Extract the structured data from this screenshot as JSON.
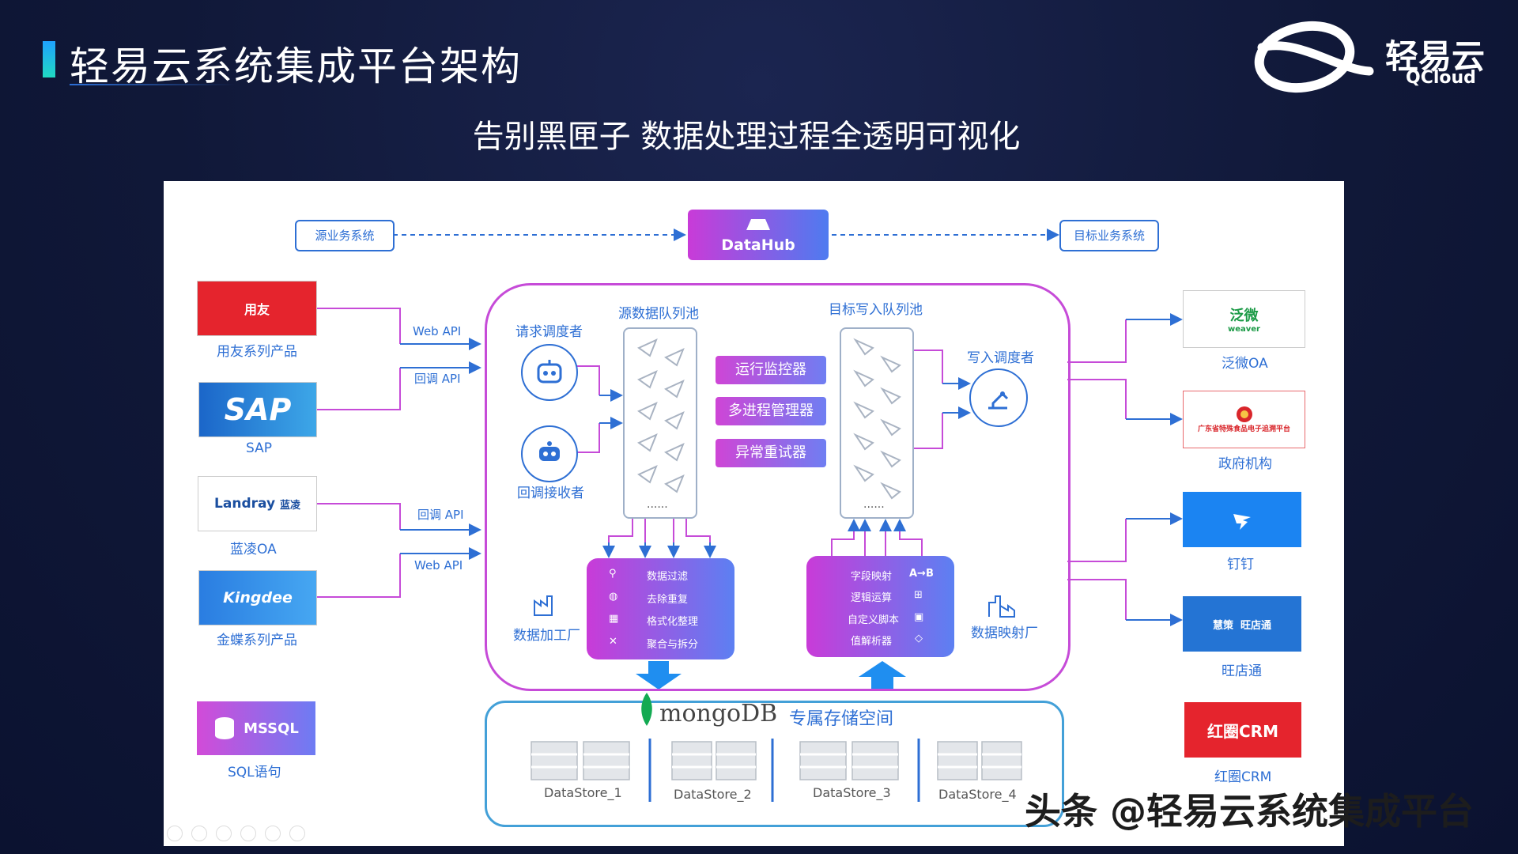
{
  "header": {
    "title": "轻易云系统集成平台架构",
    "subtitle": "告别黑匣子 数据处理过程全透明可视化",
    "logo_cn": "轻易云",
    "logo_en": "QCloud"
  },
  "top_flow": {
    "source": "源业务系统",
    "hub": "DataHub",
    "target": "目标业务系统"
  },
  "left_systems": [
    {
      "caption": "用友系列产品",
      "logo": "用友"
    },
    {
      "caption": "SAP",
      "logo": "SAP"
    },
    {
      "caption": "蓝凌OA",
      "logo_a": "Landray",
      "logo_b": "蓝凌"
    },
    {
      "caption": "金蝶系列产品",
      "logo": "Kingdee"
    },
    {
      "caption": "SQL语句",
      "logo": "MSSQL"
    }
  ],
  "api_labels": [
    "Web API",
    "回调 API",
    "回调 API",
    "Web API"
  ],
  "core": {
    "source_queue": "源数据队列池",
    "target_queue": "目标写入队列池",
    "request_scheduler": "请求调度者",
    "callback_receiver": "回调接收者",
    "write_scheduler": "写入调度者",
    "queue_dots": "......",
    "tools": [
      "运行监控器",
      "多进程管理器",
      "异常重试器"
    ],
    "process_factory": {
      "label": "数据加工厂",
      "items": [
        "数据过滤",
        "去除重复",
        "格式化整理",
        "聚合与拆分"
      ]
    },
    "mapping_factory": {
      "label": "数据映射厂",
      "items": [
        "字段映射",
        "逻辑运算",
        "自定义脚本",
        "值解析器"
      ],
      "badge": "A→B"
    }
  },
  "storage": {
    "brand": "mongoDB",
    "label": "专属存储空间",
    "stores": [
      "DataStore_1",
      "DataStore_2",
      "DataStore_3",
      "DataStore_4"
    ]
  },
  "right_systems": [
    {
      "caption": "泛微OA",
      "logo": "泛微",
      "logo_sub": "weaver"
    },
    {
      "caption": "政府机构",
      "logo": "广东省特殊食品电子追溯平台"
    },
    {
      "caption": "钉钉"
    },
    {
      "caption": "旺店通",
      "logo_a": "慧策",
      "logo_b": "旺店通"
    },
    {
      "caption": "红圈CRM",
      "logo": "红圈CRM"
    }
  ],
  "watermark": "头条 @轻易云系统集成平台",
  "colors": {
    "accent_blue": "#2e6fd4",
    "accent_magenta": "#c64bd8",
    "storage_border": "#43a0d8"
  }
}
